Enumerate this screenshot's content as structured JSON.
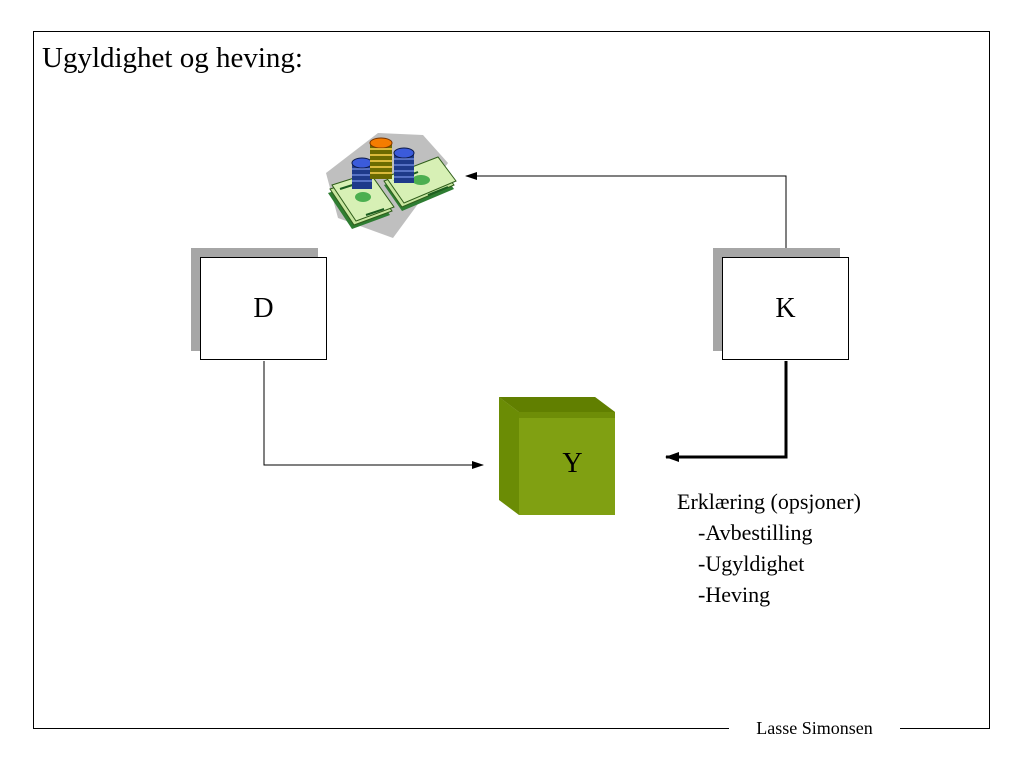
{
  "title": "Ugyldighet og heving:",
  "nodes": {
    "d": "D",
    "k": "K",
    "y": "Y"
  },
  "options": {
    "heading": "Erklæring (opsjoner)",
    "items": [
      "-Avbestilling",
      "-Ugyldighet",
      "-Heving"
    ]
  },
  "footer": {
    "author": "Lasse Simonsen"
  },
  "icons": {
    "money": "money-stack-icon"
  },
  "colors": {
    "cube_front": "#80a012",
    "cube_top": "#628000",
    "cube_side": "#587000",
    "shadow": "#a6a6a6"
  }
}
